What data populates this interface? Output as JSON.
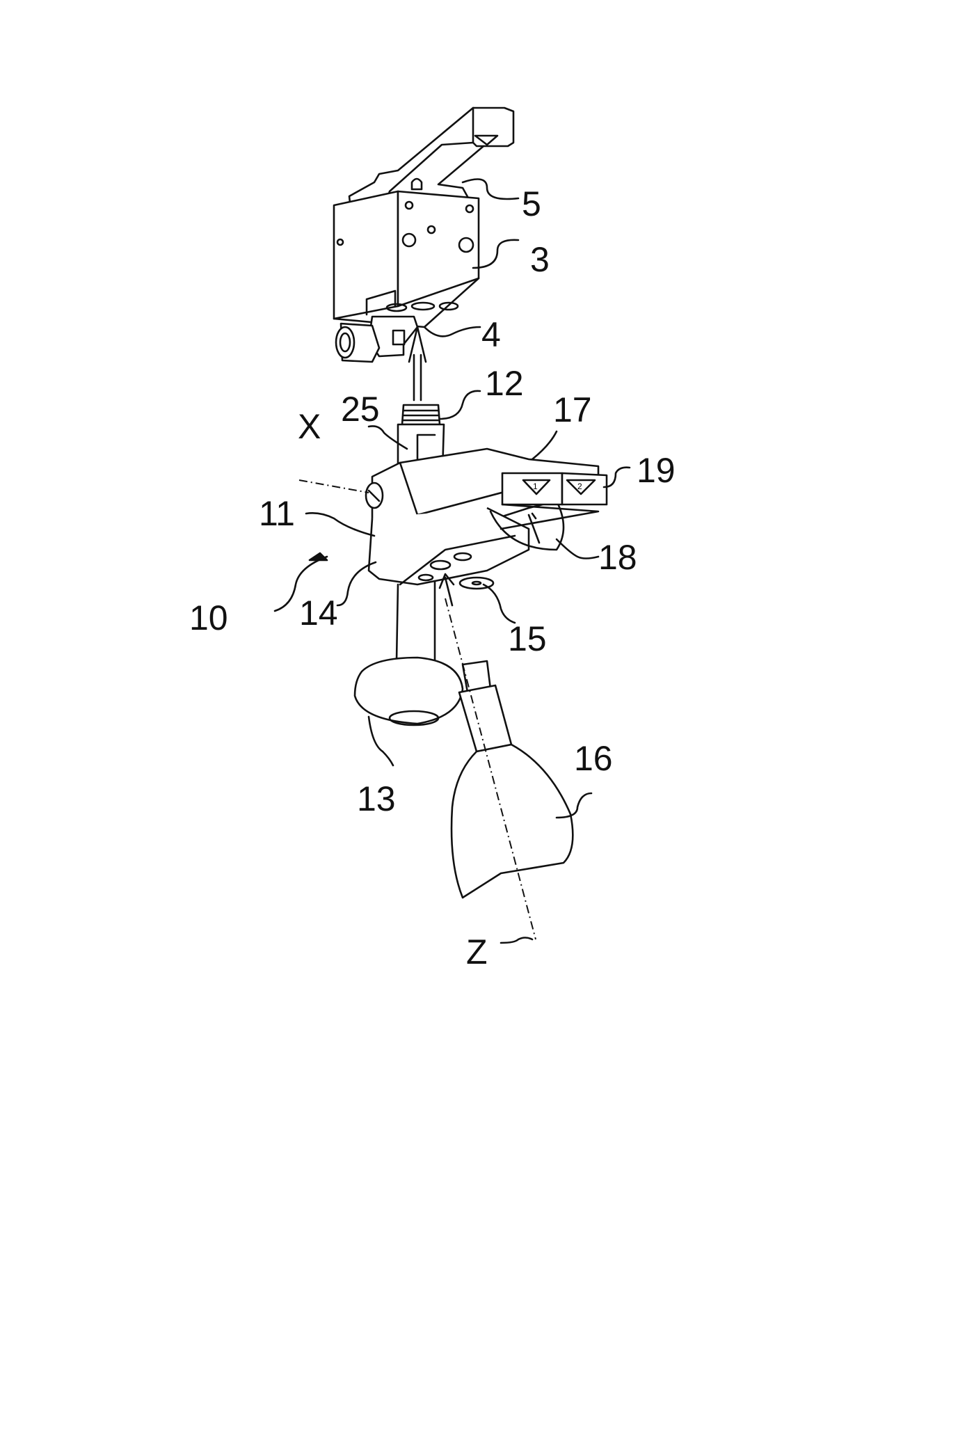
{
  "figure": {
    "labels": {
      "valve_block": "3",
      "valve_port": "4",
      "lever": "5",
      "adapter": "10",
      "body": "11",
      "threaded_nipple": "12",
      "ring_fitting": "13",
      "base_plate": "14",
      "mounting_hole": "15",
      "hose_nozzle": "16",
      "label_plate_1": "17",
      "clamp_ring": "18",
      "label_plate_2": "19",
      "slot": "25",
      "axis_x": "X",
      "axis_z": "Z"
    },
    "plate_markings": [
      "1",
      "2"
    ]
  }
}
